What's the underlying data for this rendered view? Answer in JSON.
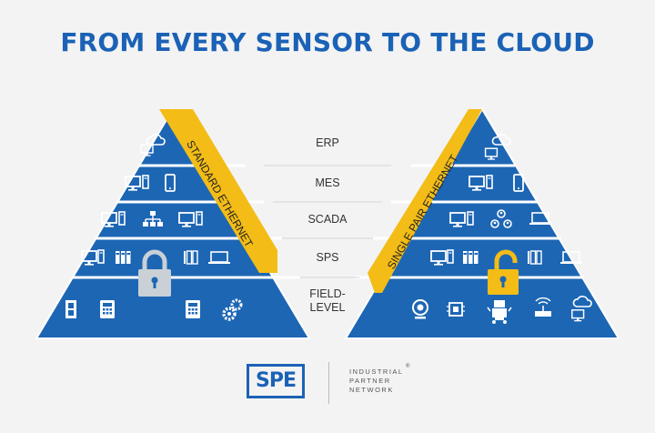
{
  "title": "FROM EVERY SENSOR TO THE CLOUD",
  "left_pyramid": {
    "band_label": "STANDARD ETHERNET",
    "lock_state": "locked"
  },
  "right_pyramid": {
    "band_label": "SINGLE PAIR ETHERNET",
    "lock_state": "unlocked"
  },
  "levels": [
    "ERP",
    "MES",
    "SCADA",
    "SPS",
    "FIELD-",
    "LEVEL"
  ],
  "footer": {
    "logo_text": "SPE",
    "partner_line1": "INDUSTRIAL",
    "partner_line2": "PARTNER",
    "partner_line3": "NETWORK",
    "registered_mark": "®"
  },
  "colors": {
    "pyramid": "#1d66b4",
    "band": "#f3bc16",
    "title": "#1b62b6",
    "icon": "#ffffff"
  }
}
